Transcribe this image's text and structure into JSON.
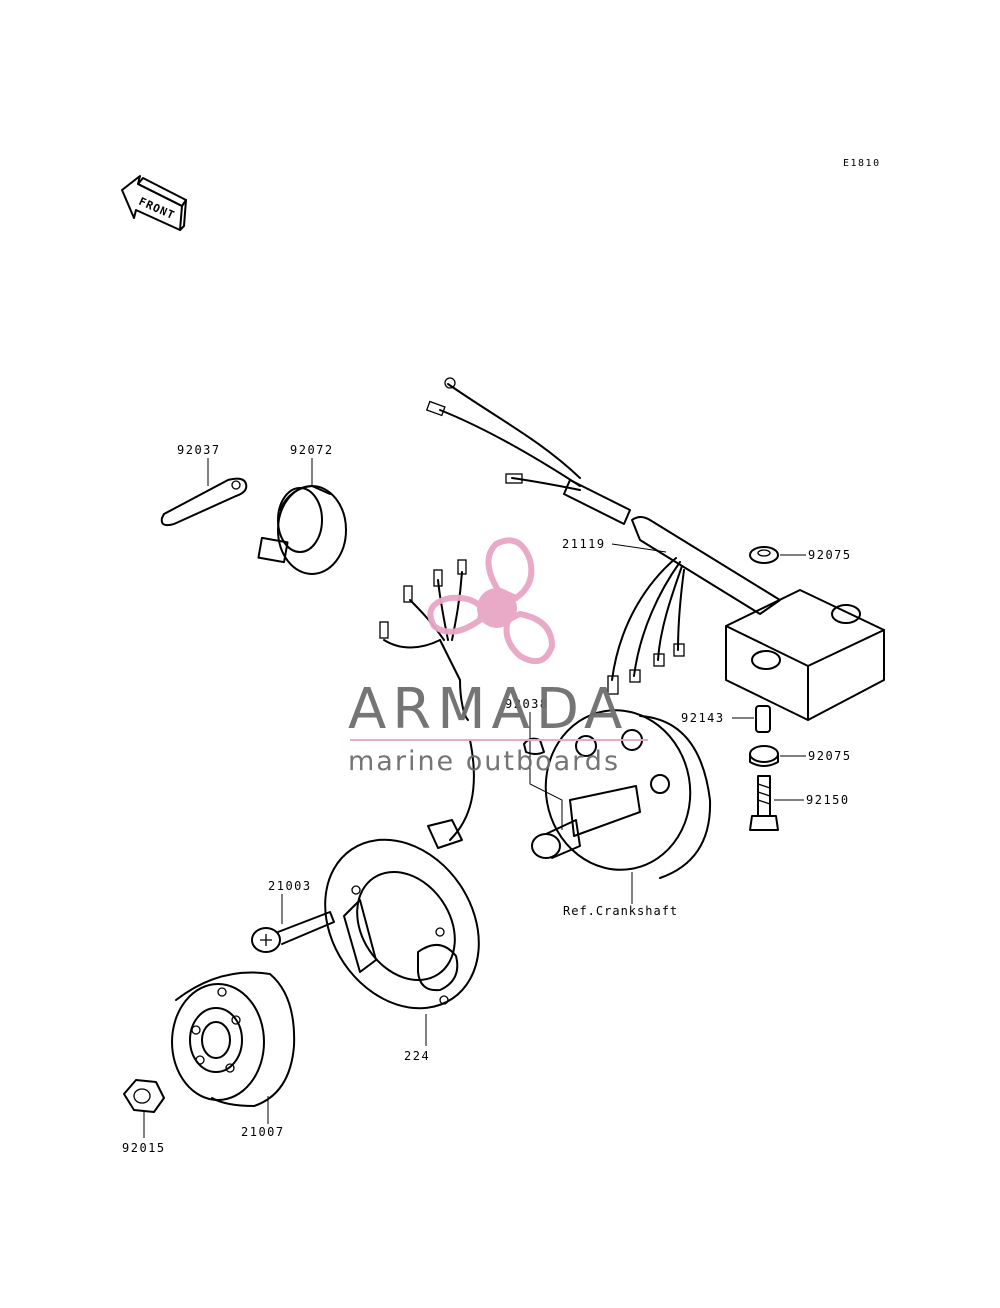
{
  "diagram_code": "E1810",
  "front_arrow_label": "FRONT",
  "watermark": {
    "brand": "ARMADA",
    "tagline": "marine outboards",
    "logo_color": "#e8a6c6",
    "text_color": "#6e6e6e"
  },
  "parts": [
    {
      "id": "p92037",
      "label": "92037"
    },
    {
      "id": "p92072",
      "label": "92072"
    },
    {
      "id": "p21119",
      "label": "21119"
    },
    {
      "id": "p92075a",
      "label": "92075"
    },
    {
      "id": "p92038",
      "label": "92038"
    },
    {
      "id": "p92143",
      "label": "92143"
    },
    {
      "id": "p92075b",
      "label": "92075"
    },
    {
      "id": "p92150",
      "label": "92150"
    },
    {
      "id": "pcrank",
      "label": "Ref.Crankshaft"
    },
    {
      "id": "p224",
      "label": "224"
    },
    {
      "id": "p21003",
      "label": "21003"
    },
    {
      "id": "p21007",
      "label": "21007"
    },
    {
      "id": "p92015",
      "label": "92015"
    }
  ]
}
